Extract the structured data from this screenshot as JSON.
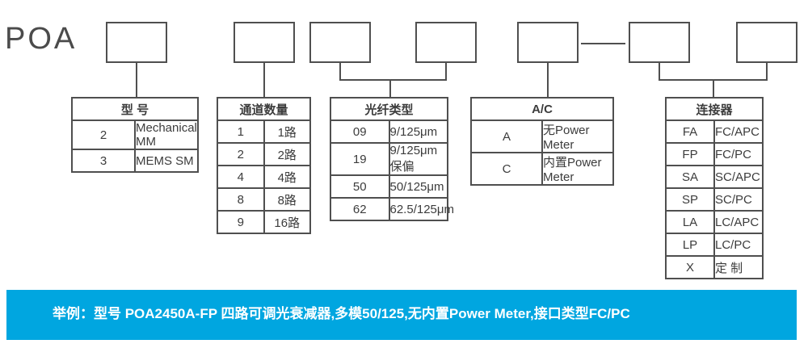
{
  "product": {
    "prefix": "POA"
  },
  "tables": [
    {
      "id": "model",
      "header": "型 号",
      "rows": [
        [
          "2",
          "Mechanical MM"
        ],
        [
          "3",
          "MEMS SM"
        ]
      ]
    },
    {
      "id": "channels",
      "header": "通道数量",
      "rows": [
        [
          "1",
          "1路"
        ],
        [
          "2",
          "2路"
        ],
        [
          "4",
          "4路"
        ],
        [
          "8",
          "8路"
        ],
        [
          "9",
          "16路"
        ]
      ]
    },
    {
      "id": "fiber",
      "header": "光纤类型",
      "rows": [
        [
          "09",
          "9/125μm"
        ],
        [
          "19",
          "9/125μm保偏"
        ],
        [
          "50",
          "50/125μm"
        ],
        [
          "62",
          "62.5/125μm"
        ]
      ]
    },
    {
      "id": "ac",
      "header": "A/C",
      "rows": [
        [
          "A",
          "无Power Meter"
        ],
        [
          "C",
          "内置Power Meter"
        ]
      ]
    },
    {
      "id": "connector",
      "header": "连接器",
      "rows": [
        [
          "FA",
          "FC/APC"
        ],
        [
          "FP",
          "FC/PC"
        ],
        [
          "SA",
          "SC/APC"
        ],
        [
          "SP",
          "SC/PC"
        ],
        [
          "LA",
          "LC/APC"
        ],
        [
          "LP",
          "LC/PC"
        ],
        [
          "X",
          "定 制"
        ]
      ]
    }
  ],
  "example": {
    "text": "举例：型号 POA2450A-FP 四路可调光衰减器,多模50/125,无内置Power Meter,接口类型FC/PC"
  },
  "colors": {
    "accent": "#00a6e0",
    "line": "#4f4f4f",
    "text": "#3c3c3c"
  }
}
